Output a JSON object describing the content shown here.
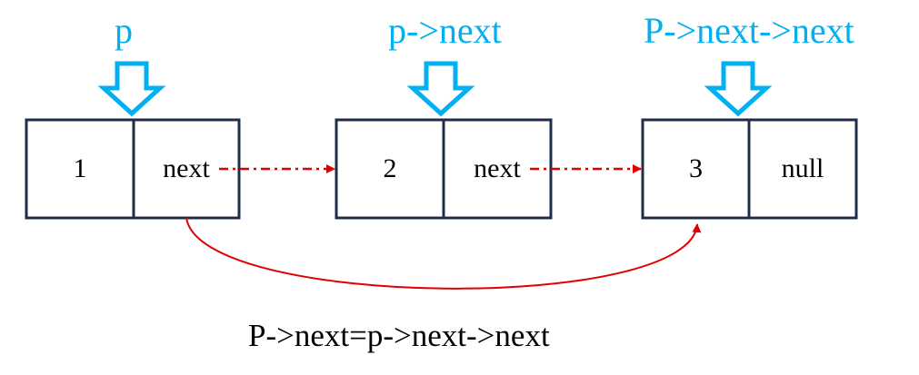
{
  "pointers": {
    "p": "p",
    "p_next": "p->next",
    "p_next_next": "P->next->next"
  },
  "nodes": [
    {
      "value": "1",
      "next": "next"
    },
    {
      "value": "2",
      "next": "next"
    },
    {
      "value": "3",
      "next": "null"
    }
  ],
  "operation": "P->next=p->next->next",
  "colors": {
    "pointer_text": "#00B0F0",
    "pointer_arrow": "#00B0F0",
    "node_border": "#1F2D4A",
    "link_arrow": "#E00000",
    "caption_text": "#000000"
  }
}
